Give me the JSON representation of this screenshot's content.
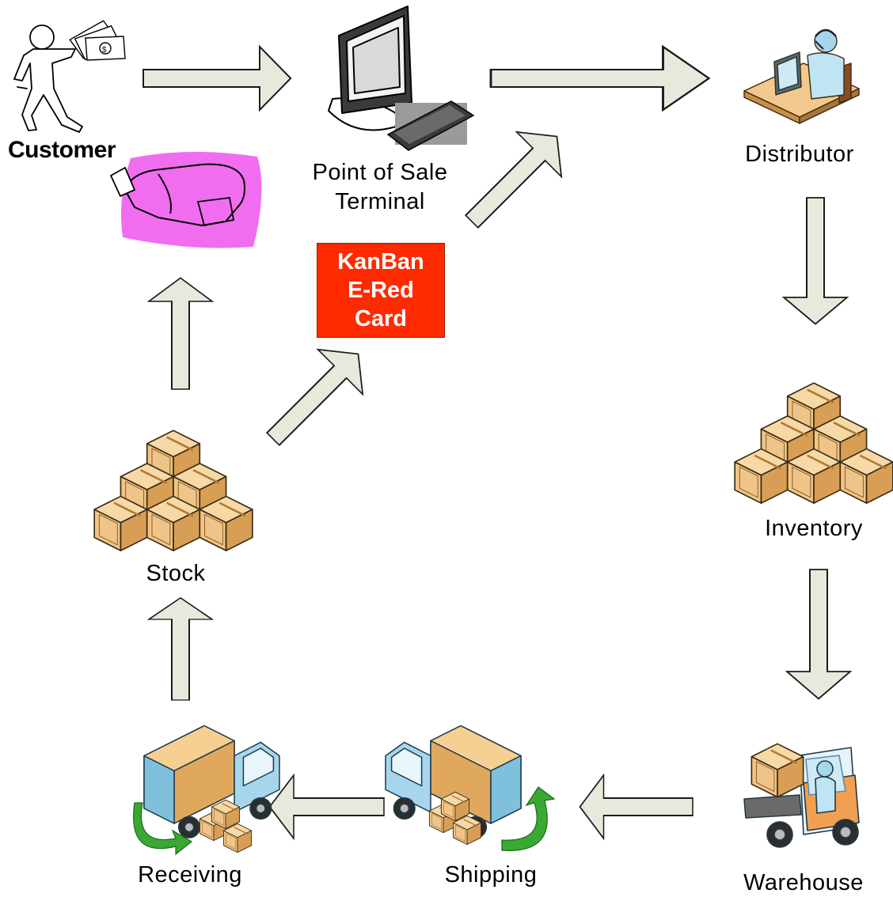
{
  "nodes": {
    "customer": "Customer",
    "pos_line1": "Point of Sale",
    "pos_line2": "Terminal",
    "distributor": "Distributor",
    "inventory": "Inventory",
    "warehouse": "Warehouse",
    "shipping": "Shipping",
    "receiving": "Receiving",
    "stock": "Stock"
  },
  "kanban_card": {
    "line1": "KanBan",
    "line2": "E-Red",
    "line3": "Card",
    "color": "#ff2a00"
  },
  "colors": {
    "arrow_fill": "#e7e9dc",
    "arrow_stroke": "#1a1a1a",
    "box_fill": "#f3c88c",
    "box_shade": "#d49a52",
    "truck_cab": "#9fd4ea",
    "recycle_arrow": "#3aa832",
    "bag_highlight": "#f06df0"
  },
  "icons": [
    "customer-figure-icon",
    "cash-icon",
    "computer-monitor-icon",
    "keyboard-icon",
    "call-center-agent-icon",
    "box-pile-icon",
    "forklift-icon",
    "truck-icon",
    "shopping-bag-icon"
  ]
}
